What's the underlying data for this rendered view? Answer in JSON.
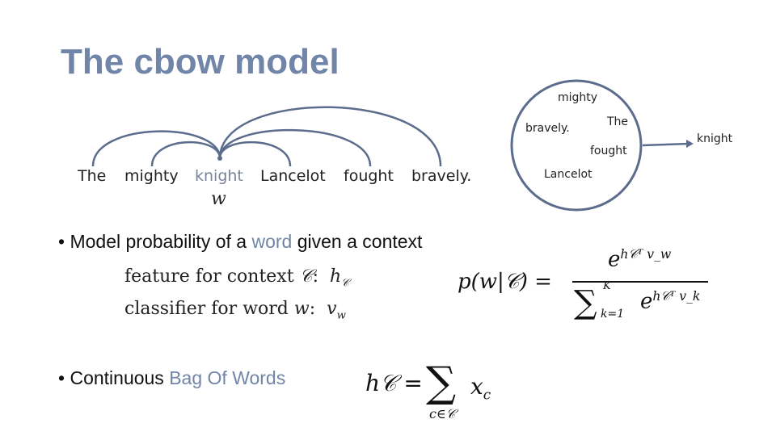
{
  "title": "The cbow model",
  "sentence": {
    "words": [
      "The",
      "mighty",
      "knight",
      "Lancelot",
      "fought",
      "bravely."
    ],
    "target_index": 2,
    "target_var": "w"
  },
  "bag": {
    "context_words": [
      "mighty",
      "bravely.",
      "The",
      "fought",
      "Lancelot"
    ],
    "output_word": "knight"
  },
  "bullets": [
    {
      "before": "Model probability of a ",
      "accent": "word",
      "after": " given a context"
    },
    {
      "before": "Continuous ",
      "accent": "Bag Of Words",
      "after": ""
    }
  ],
  "definitions": [
    {
      "label": "feature for context",
      "sym": "𝒞",
      "value": "h",
      "sub": "𝒞"
    },
    {
      "label": "classifier for word",
      "sym": "w",
      "value": "v",
      "sub": "w"
    }
  ],
  "formula_prob": {
    "lhs": "p(w|𝒞) =",
    "numerator": "e",
    "numerator_exp": "h𝒞ᵀ v_w",
    "sum_upper": "K",
    "sum_lower": "k=1",
    "denominator_exp": "h𝒞ᵀ v_k"
  },
  "formula_sum": {
    "lhs": "h𝒞 =",
    "sum_lower": "c∈𝒞",
    "term": "x",
    "term_sub": "c"
  },
  "colors": {
    "accent": "#7185a8",
    "arc": "#5c6c8c"
  }
}
